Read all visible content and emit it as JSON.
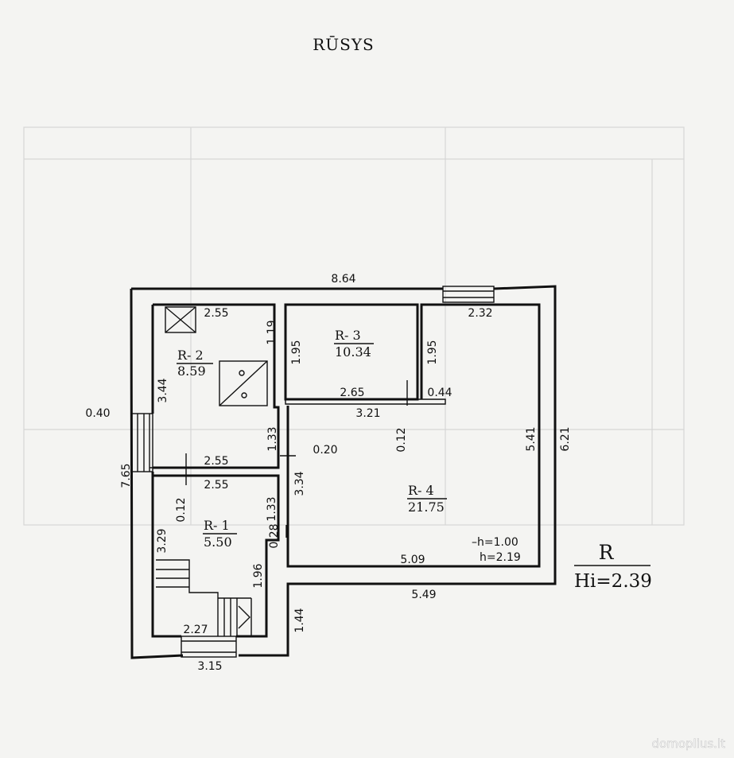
{
  "title": "RŪSYS",
  "rooms": [
    {
      "id": "R-1",
      "label": "R- 1",
      "area": "5.50"
    },
    {
      "id": "R-2",
      "label": "R- 2",
      "area": "8.59"
    },
    {
      "id": "R-3",
      "label": "R- 3",
      "area": "10.34"
    },
    {
      "id": "R-4",
      "label": "R- 4",
      "area": "21.75"
    }
  ],
  "dimensions": {
    "outer_top": "8.64",
    "window_top": "2.32",
    "outer_right": "6.21",
    "r4_right": "5.41",
    "r4_bottom_inner": "5.09",
    "outer_bottom": "5.49",
    "r4_left": "3.34",
    "r4_top": "3.21",
    "r4_niche": "0.12",
    "r3_left": "1.95",
    "r3_right": "1.95",
    "r3_bottom": "2.65",
    "r3_ledge": "0.44",
    "r2_top": "2.55",
    "r2_niche": "1.19",
    "r2_left": "3.44",
    "r2_bottom": "2.55",
    "passage": "1.33",
    "wall_thickness": "0.20",
    "entry_step": "0.40",
    "left_total": "7.65",
    "r1_top": "2.55",
    "r1_niche_left": "0.12",
    "r1_left": "3.29",
    "r1_right_upper": "1.33",
    "r1_pillar": "0.28",
    "r1_right_lower": "1.96",
    "r1_bottom": "2.27",
    "stairs_bottom": "3.15",
    "lower_right_wall": "1.44"
  },
  "heights": {
    "h_low": "–h=1.00",
    "h_high": "h=2.19"
  },
  "legend": {
    "symbol": "R",
    "value": "Hi=2.39"
  },
  "watermark": "domoplius.lt"
}
